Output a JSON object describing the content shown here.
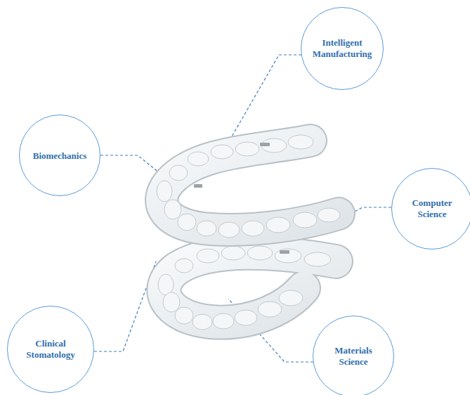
{
  "diagram": {
    "nodes": [
      {
        "text": [
          "Intelligent Manufacturing"
        ]
      },
      {
        "text": [
          "Biomechanics"
        ]
      },
      {
        "text": [
          "Computer Science"
        ]
      },
      {
        "text": [
          "Clinical Stomatology"
        ]
      },
      {
        "text": [
          "Materials Science"
        ]
      }
    ]
  }
}
